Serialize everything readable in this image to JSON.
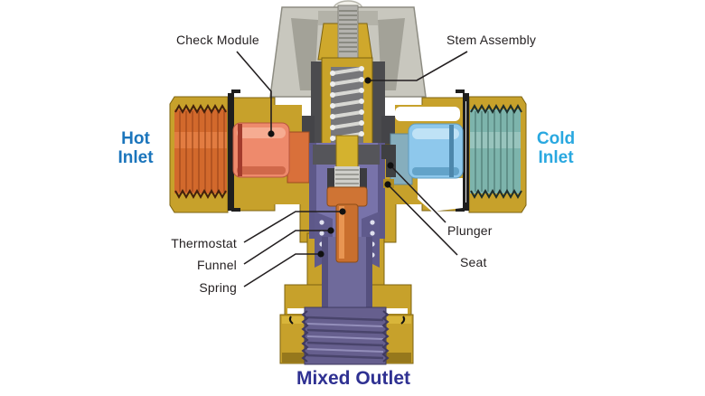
{
  "diagram": {
    "type": "thermostatic-mixing-valve-cutaway",
    "labels": {
      "check_module": "Check Module",
      "stem_assembly": "Stem Assembly",
      "hot_inlet": "Hot\nInlet",
      "cold_inlet": "Cold\nInlet",
      "thermostat": "Thermostat",
      "funnel": "Funnel",
      "spring": "Spring",
      "plunger": "Plunger",
      "seat": "Seat",
      "mixed_outlet": "Mixed Outlet"
    },
    "colors": {
      "hot_label": "#1B75BC",
      "cold_label": "#29A8E0",
      "mixed_outlet_label": "#2F3192",
      "callout_text": "#231F20",
      "leader_line": "#231F20",
      "brass_body": "#C7A12B",
      "hot_pipe": "#D2692C",
      "cold_pipe": "#7DB4AC",
      "check_module_hot": "#EE8A6C",
      "check_module_cold": "#8EC8EC",
      "mixing_chamber": "#7873AA",
      "outlet_pipe": "#665F8E",
      "thermostat_part": "#CB7231",
      "cap": "#C9C8BF",
      "bonnet": "#48484A"
    }
  }
}
